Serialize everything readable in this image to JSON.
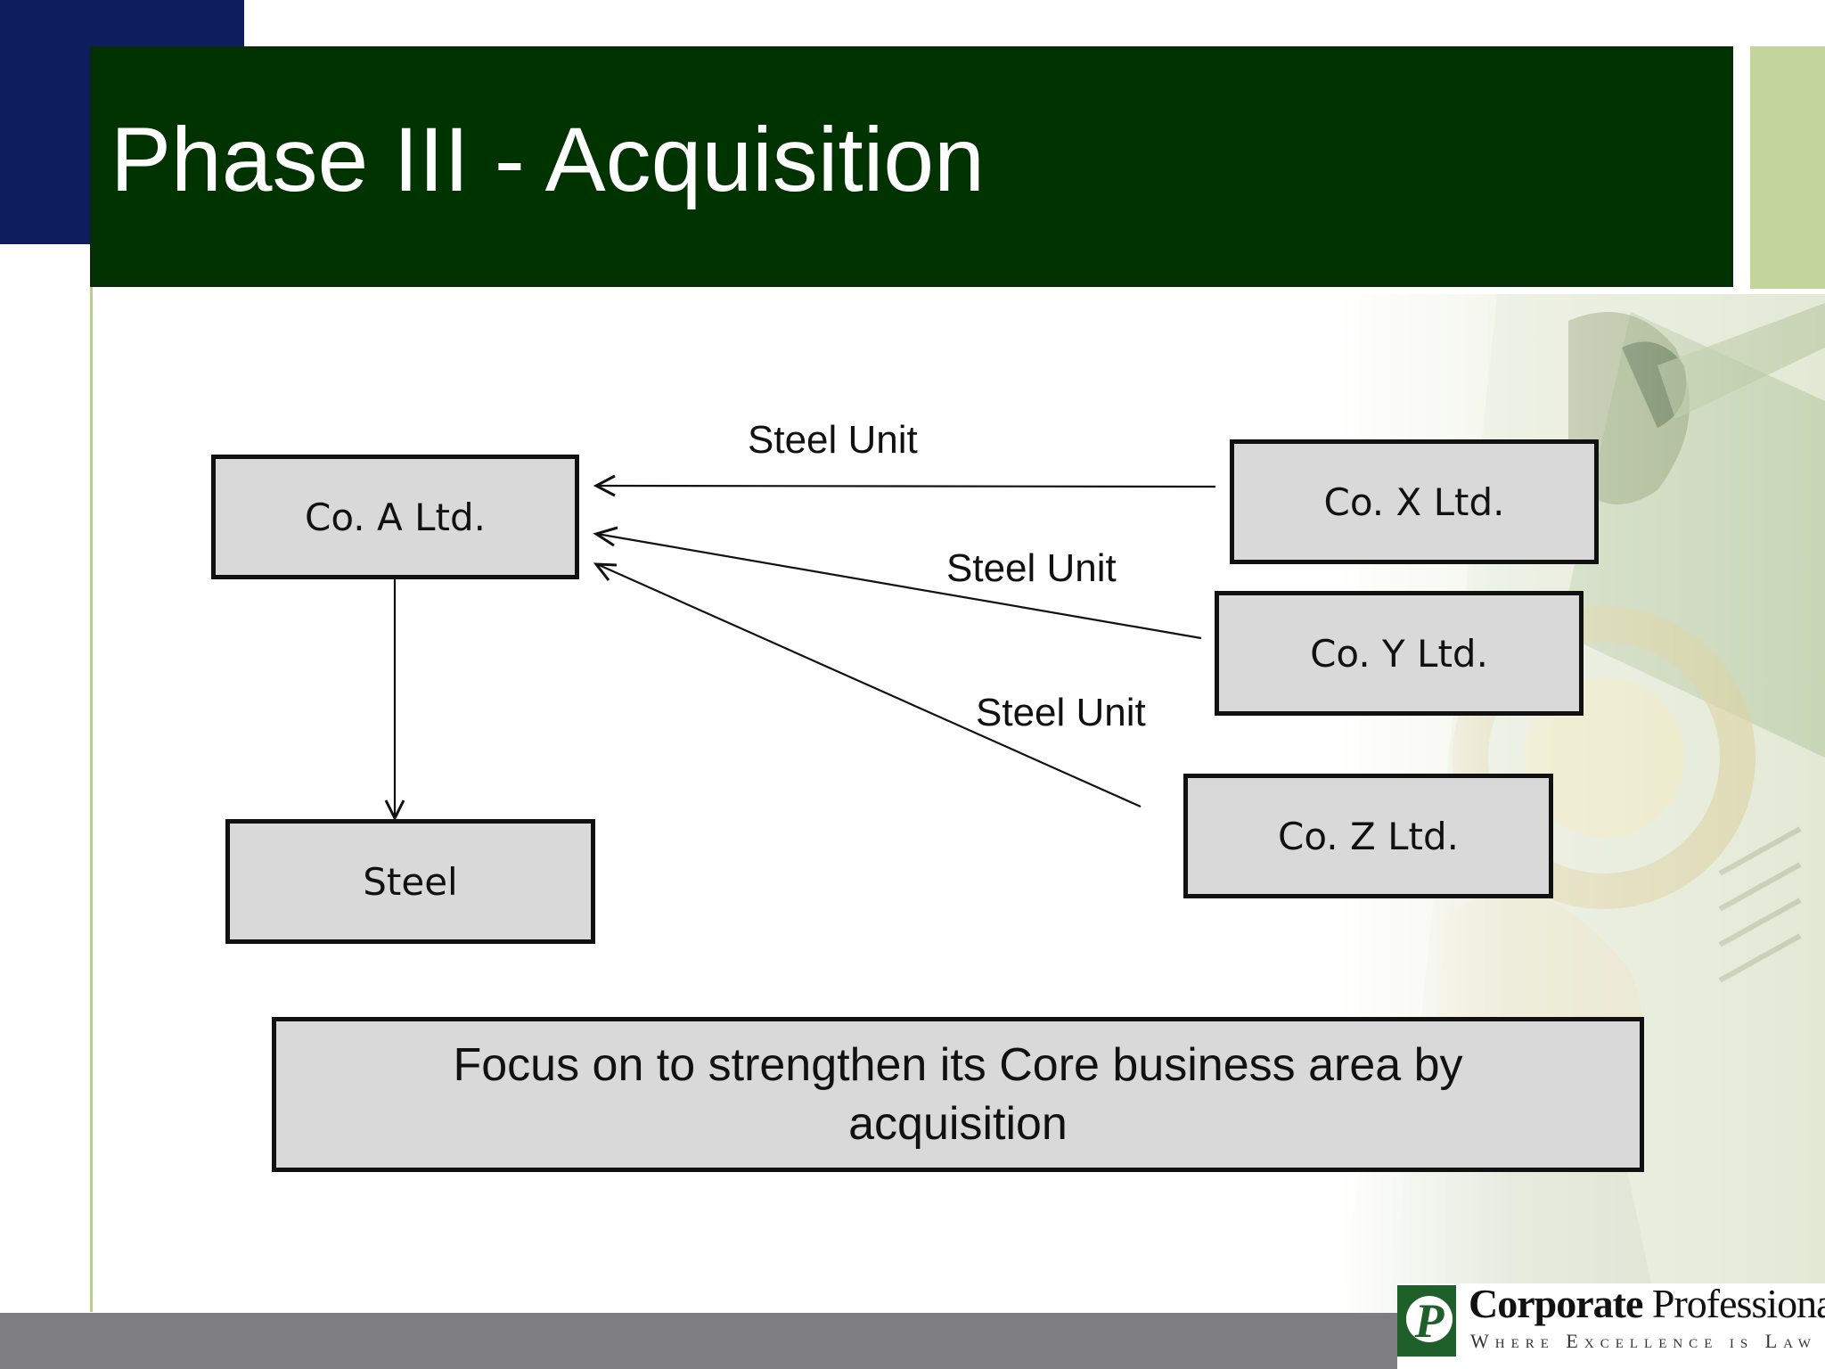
{
  "slide": {
    "title": "Phase III - Acquisition"
  },
  "diagram": {
    "nodes": {
      "co_a": "Co. A Ltd.",
      "co_x": "Co. X Ltd.",
      "co_y": "Co. Y Ltd.",
      "co_z": "Co. Z Ltd.",
      "steel": "Steel"
    },
    "edge_labels": {
      "x_to_a": "Steel Unit",
      "y_to_a": "Steel Unit",
      "z_to_a": "Steel Unit"
    }
  },
  "summary": {
    "text": "Focus on to strengthen its Core business area by acquisition"
  },
  "logo": {
    "name_bold": "Corporate",
    "name_rest": "Professionals",
    "tagline": "Where Excellence is Law",
    "mark_letter": "P"
  },
  "colors": {
    "title_band": "#003300",
    "navy_accent": "#0c1f5c",
    "lime_accent": "#c3d59b",
    "node_fill": "#d9d9d9",
    "footer_bar": "#7e7e80"
  }
}
